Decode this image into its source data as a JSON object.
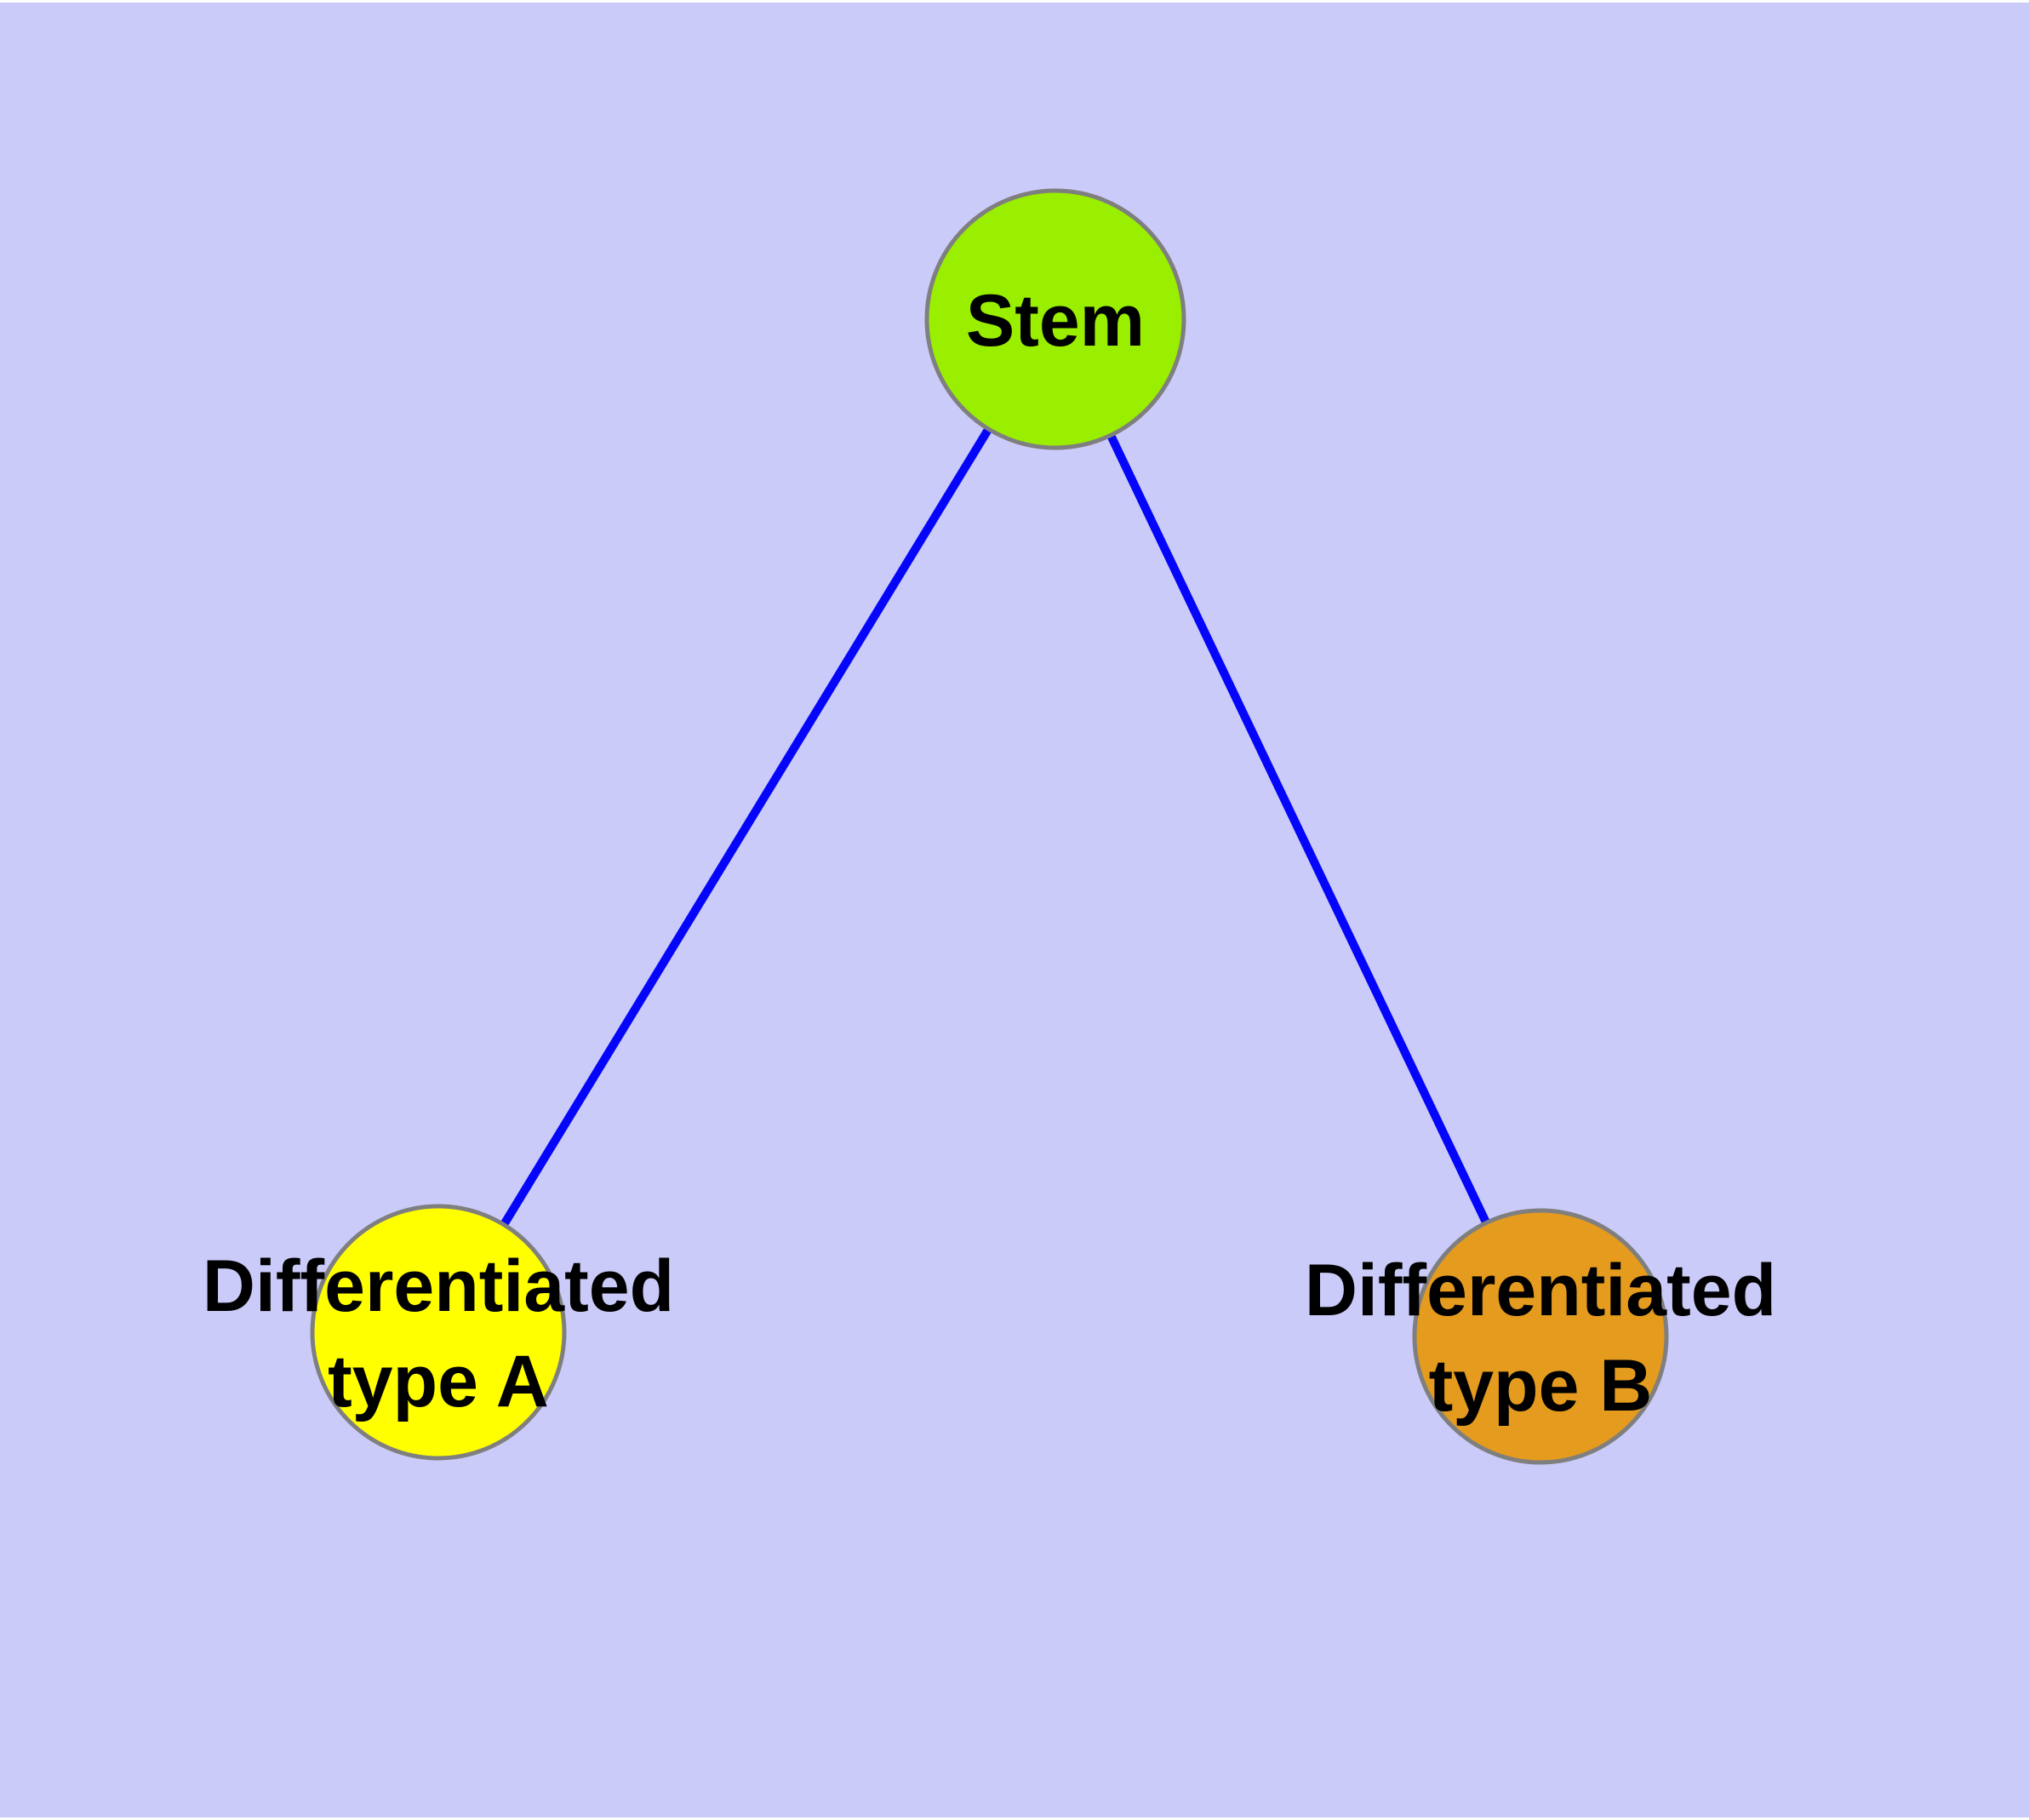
{
  "diagram": {
    "description": "Cell differentiation graph: one stem node with two differentiated descendant types",
    "background_color": "#CBCBF9",
    "page_margin_color": "#FFFFFF",
    "edge_color": "#0505FA",
    "node_border_color": "#7F7F7F",
    "label_color": "#000000",
    "nodes": [
      {
        "id": "stem",
        "label": "Stem",
        "fill": "#9AEE00"
      },
      {
        "id": "differentiated-type-a",
        "label_line1": "Differentiated",
        "label_line2": "type A",
        "fill": "#FFFF00"
      },
      {
        "id": "differentiated-type-b",
        "label_line1": "Differentiated",
        "label_line2": "type B",
        "fill": "#E49B1E"
      }
    ],
    "edges": [
      {
        "from": "Stem",
        "to": "Differentiated type A"
      },
      {
        "from": "Stem",
        "to": "Differentiated type B"
      }
    ]
  }
}
